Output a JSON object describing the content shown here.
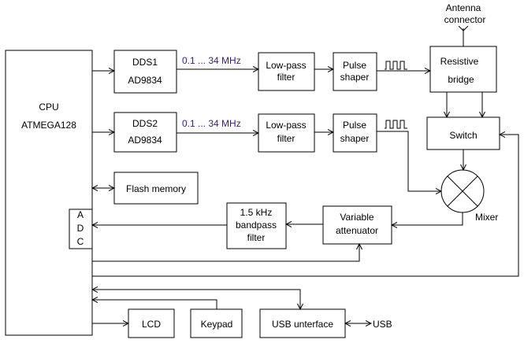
{
  "diagram": {
    "blocks": {
      "cpu": {
        "line1": "CPU",
        "line2": "ATMEGA128"
      },
      "adc": {
        "letters": [
          "A",
          "D",
          "C"
        ]
      },
      "dds1": {
        "line1": "DDS1",
        "line2": "AD9834"
      },
      "dds2": {
        "line1": "DDS2",
        "line2": "AD9834"
      },
      "lpf1": {
        "line1": "Low-pass",
        "line2": "filter"
      },
      "lpf2": {
        "line1": "Low-pass",
        "line2": "filter"
      },
      "shaper1": {
        "line1": "Pulse",
        "line2": "shaper"
      },
      "shaper2": {
        "line1": "Pulse",
        "line2": "shaper"
      },
      "bridge": {
        "line1": "Resistive",
        "line2": "bridge"
      },
      "switch": {
        "label": "Switch"
      },
      "flash": {
        "label": "Flash memory"
      },
      "bandpass": {
        "line1": "1.5 kHz",
        "line2": "bandpass",
        "line3": "filter"
      },
      "attenuator": {
        "line1": "Variable",
        "line2": "attenuator"
      },
      "lcd": {
        "label": "LCD"
      },
      "keypad": {
        "label": "Keypad"
      },
      "usb": {
        "label": "USB unterface"
      }
    },
    "labels": {
      "freq1": "0.1 ... 34 MHz",
      "freq2": "0.1 ... 34 MHz",
      "antenna_line1": "Antenna",
      "antenna_line2": "connector",
      "mixer": "Mixer",
      "usb_port": "USB"
    },
    "colors": {
      "frequency_label": "#3d2070",
      "line": "#000000",
      "background": "#ffffff"
    }
  }
}
